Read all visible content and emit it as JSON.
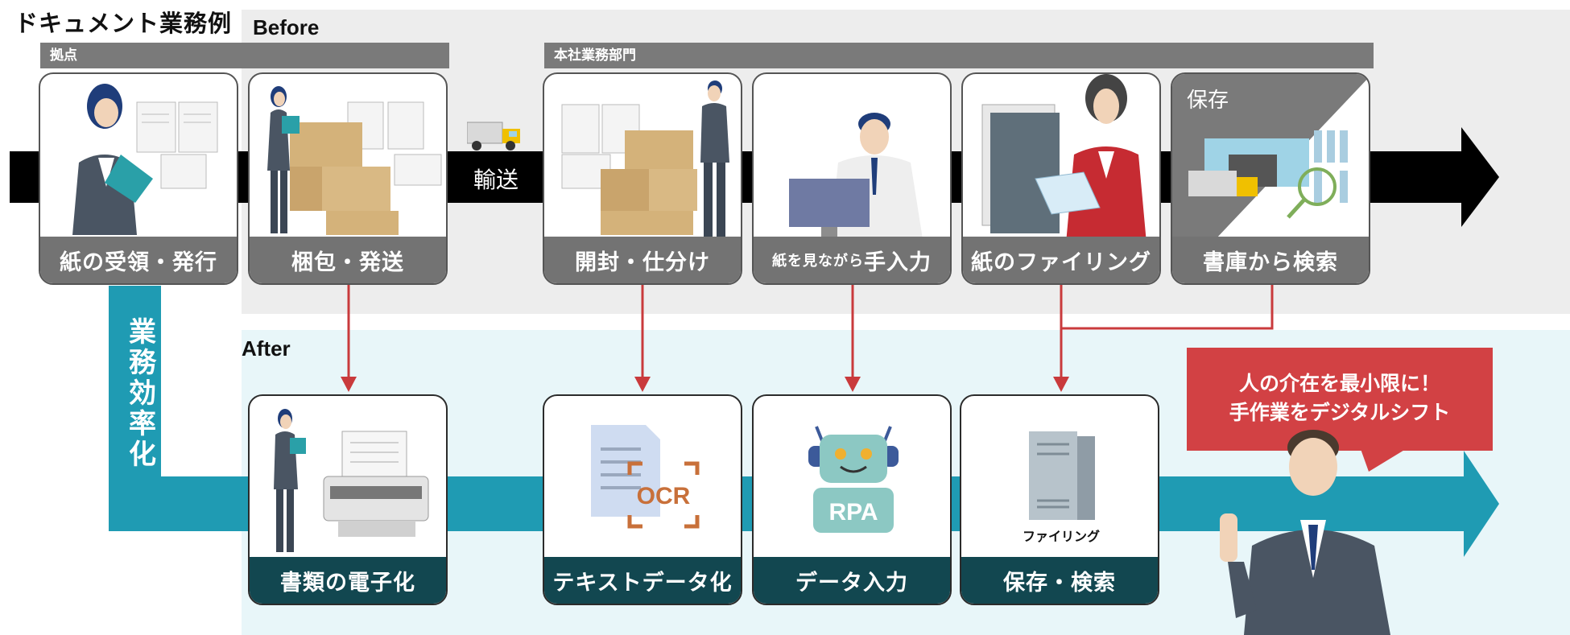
{
  "title": "ドキュメント業務例",
  "before_label": "Before",
  "after_label": "After",
  "bands": {
    "left": "拠点",
    "right": "本社業務部門"
  },
  "transport_label": "輸送",
  "before_steps": [
    {
      "caption": "紙の受領・発行"
    },
    {
      "caption": "梱包・発送"
    },
    {
      "caption": "開封・仕分け"
    },
    {
      "caption_small": "紙を見ながら",
      "caption": "手入力"
    },
    {
      "caption": "紙のファイリング"
    },
    {
      "caption": "書庫から検索",
      "corner_label": "保存"
    }
  ],
  "efficiency_label": [
    "業",
    "務",
    "効",
    "率",
    "化"
  ],
  "after_steps": [
    {
      "caption": "書類の電子化"
    },
    {
      "caption": "テキストデータ化",
      "icon_text": "OCR"
    },
    {
      "caption": "データ入力",
      "icon_text": "RPA"
    },
    {
      "caption": "保存・検索",
      "icon_text": "ファイリング"
    }
  ],
  "callout": {
    "line1": "人の介在を最小限に！",
    "line2": "手作業をデジタルシフト"
  },
  "colors": {
    "before_caption": "#737373",
    "after_caption": "#124750",
    "arrow_red": "#c93a3c",
    "teal_arrow": "#1f9bb3",
    "callout": "#d24144"
  }
}
